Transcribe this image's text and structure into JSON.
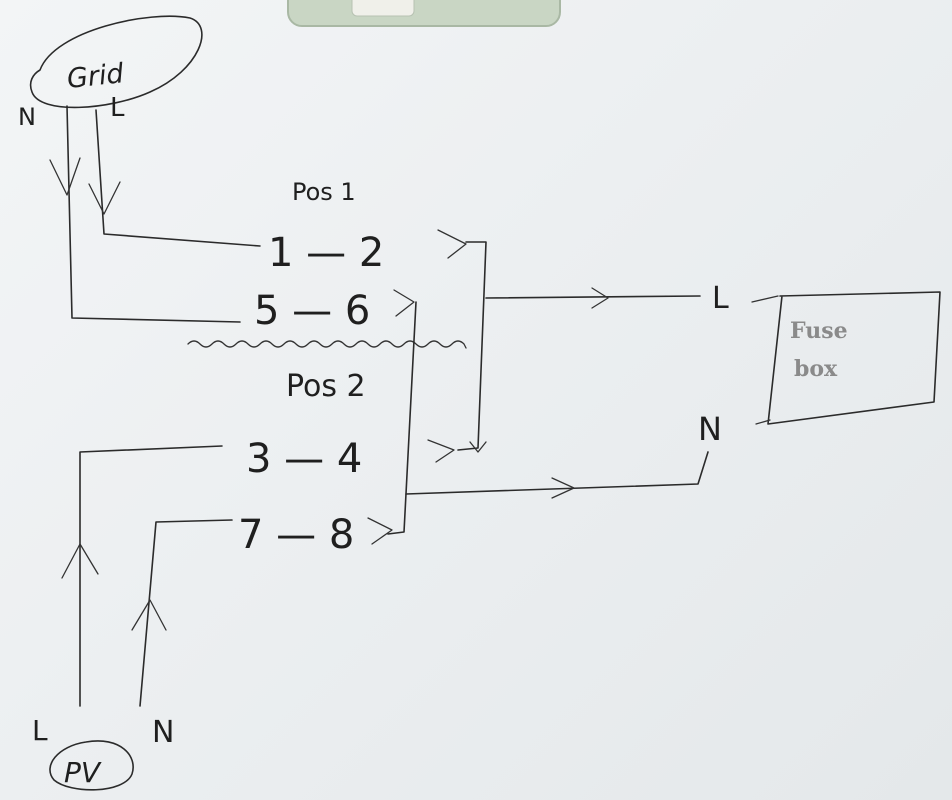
{
  "grid": {
    "label": "Grid",
    "neutral": "N",
    "live": "L"
  },
  "pv": {
    "label": "PV",
    "live": "L",
    "neutral": "N"
  },
  "positions": {
    "pos1": {
      "label": "Pos 1",
      "contacts": [
        "1 — 2",
        "5 — 6"
      ]
    },
    "pos2": {
      "label": "Pos 2",
      "contacts": [
        "3 — 4",
        "7 — 8"
      ]
    }
  },
  "output": {
    "live": "L",
    "neutral": "N"
  },
  "fusebox": {
    "label_line1": "Fuse",
    "label_line2": "box"
  },
  "colors": {
    "ink": "#2b2b2b",
    "paper": "#eef1f2",
    "device": "#c9d6c4"
  }
}
